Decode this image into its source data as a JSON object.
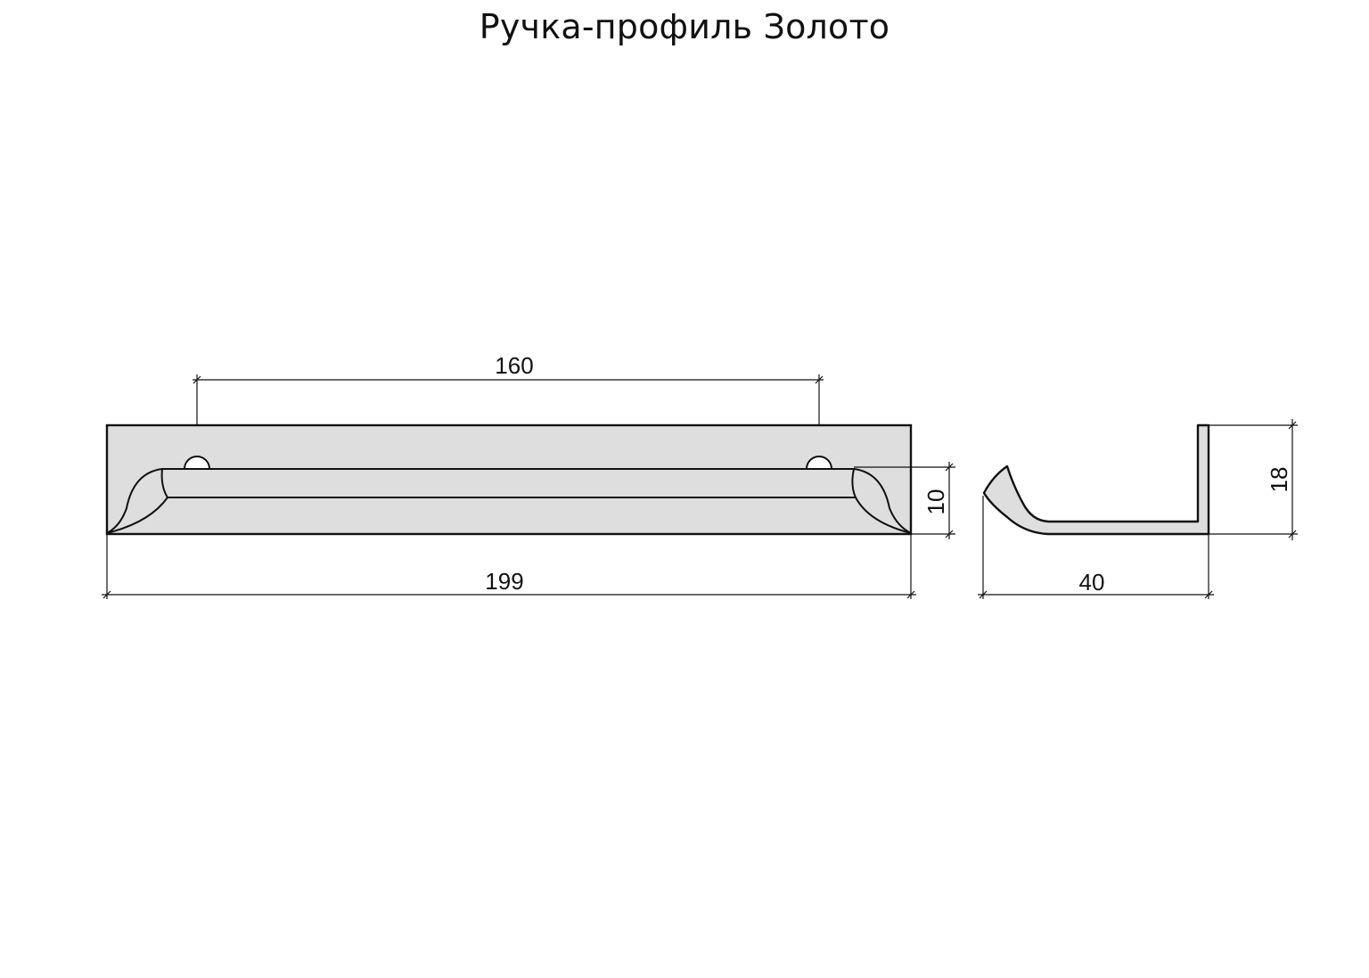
{
  "title": "Ручка-профиль Золото",
  "colors": {
    "line": "#111111",
    "fill": "#dedede",
    "background": "#ffffff"
  },
  "front_view": {
    "dim_hole_spacing": "160",
    "dim_total_length": "199",
    "dim_groove_height": "10"
  },
  "side_view": {
    "dim_depth": "40",
    "dim_height": "18"
  }
}
